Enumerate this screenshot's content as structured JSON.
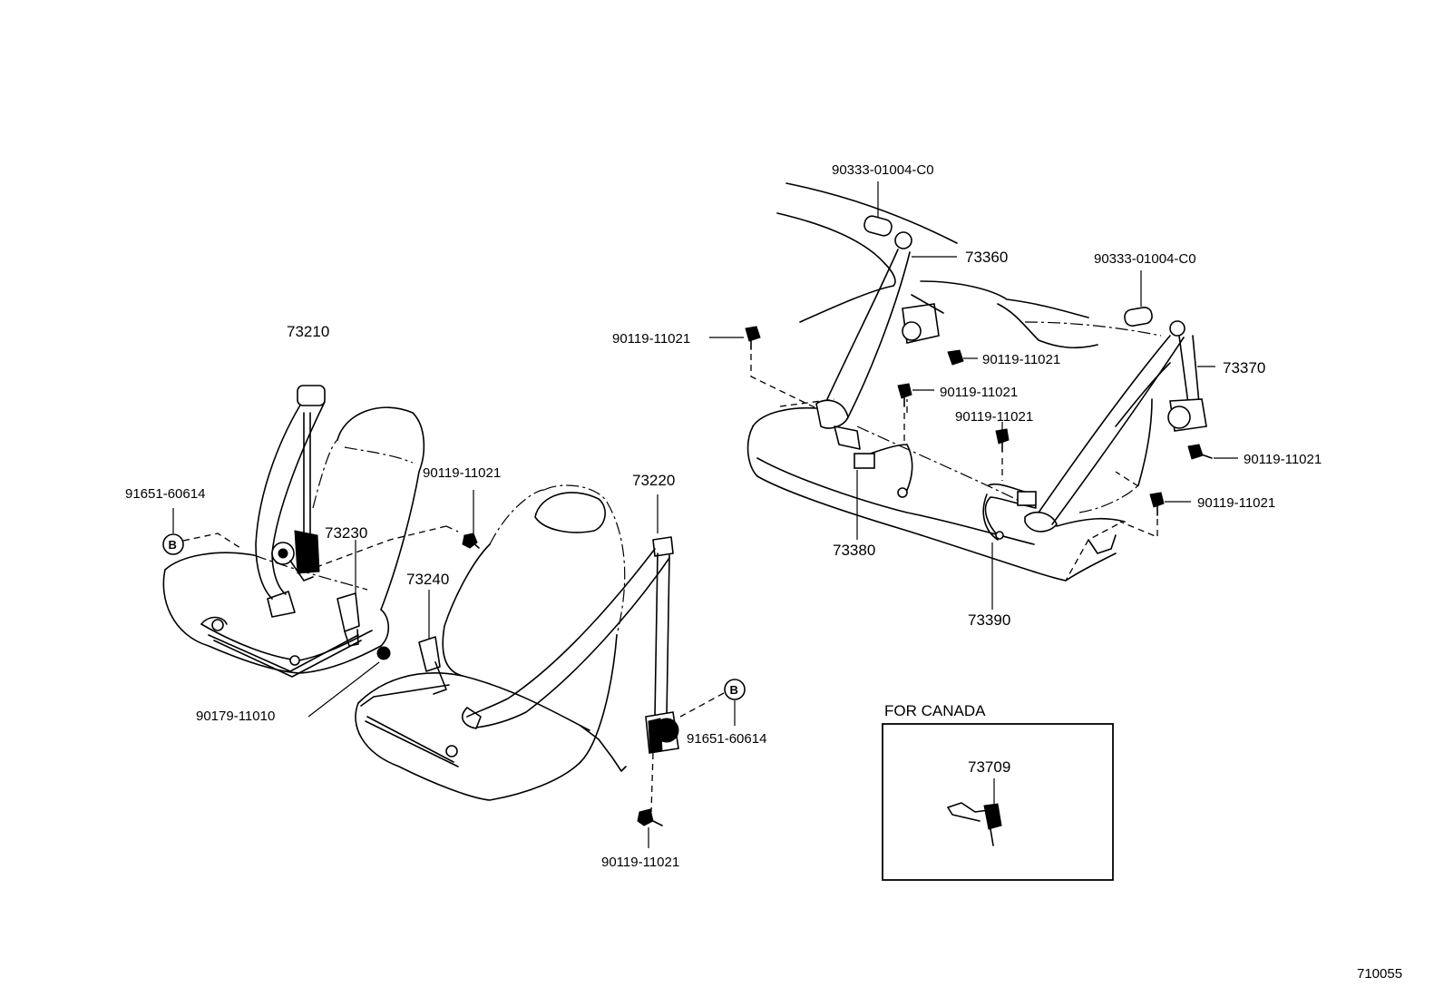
{
  "parts": {
    "p73210": "73210",
    "p73220": "73220",
    "p73230": "73230",
    "p73240": "73240",
    "p73360": "73360",
    "p73370": "73370",
    "p73380": "73380",
    "p73390": "73390",
    "p73709": "73709",
    "bolt_front_left_top": "90119-11021",
    "bolt_front_right_bottom": "90119-11021",
    "bolt_rear_far_left": "90119-11021",
    "bolt_rear_retractor": "90119-11021",
    "bolt_rear_center_upper": "90119-11021",
    "bolt_rear_center_lower": "90119-11021",
    "bolt_rear_right_upper": "90119-11021",
    "bolt_rear_right_lower": "90119-11021",
    "nut_front": "90179-11010",
    "cover_left": "91651-60614",
    "cover_right": "91651-60614",
    "cap_rear_left": "90333-01004-C0",
    "cap_rear_right": "90333-01004-C0"
  },
  "callout_letter": "B",
  "inset": {
    "title": "FOR CANADA"
  },
  "diagram_id": "710055"
}
